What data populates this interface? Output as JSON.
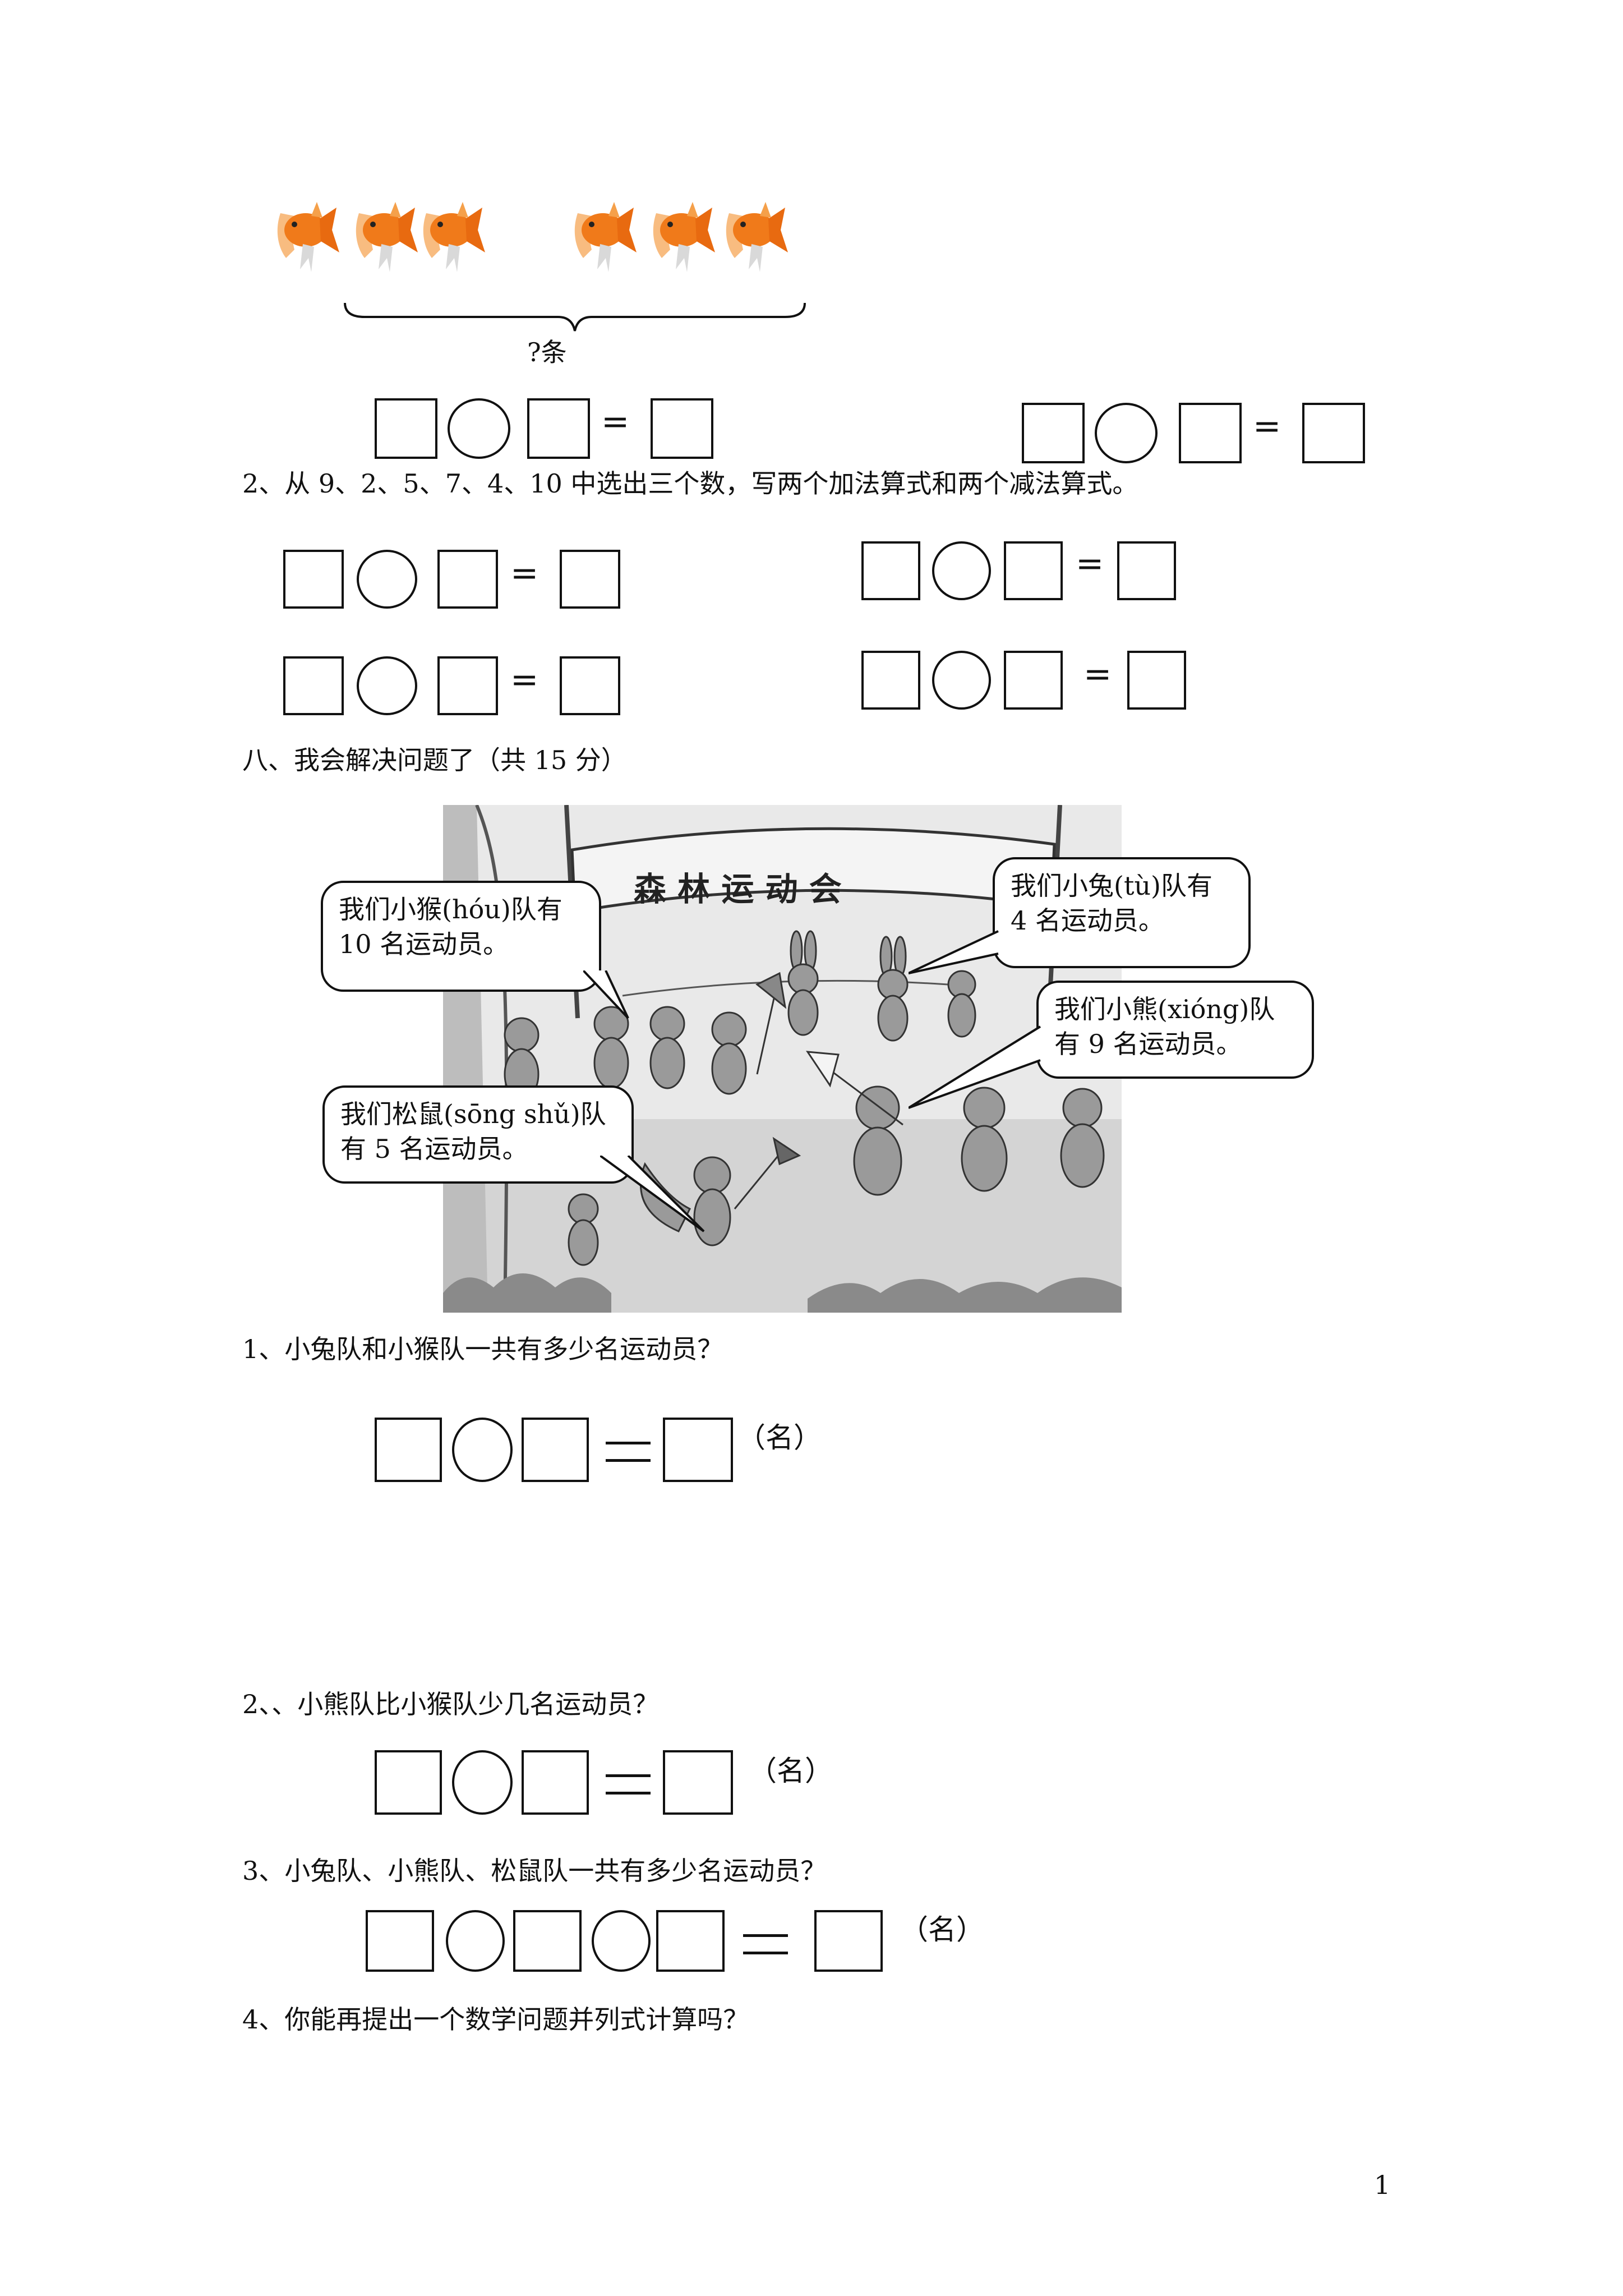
{
  "fish_section": {
    "brace_label": "?条",
    "equals": "="
  },
  "q7_2": {
    "text": "2、从 9、2、5、7、4、10 中选出三个数，写两个加法算式和两个减法算式。"
  },
  "section8": {
    "title": "八、我会解决问题了（共 15 分）",
    "picture": {
      "banner": "森 林 运 动 会",
      "bubbles": {
        "monkey": [
          "我们小猴(hóu)队有",
          "10 名运动员。"
        ],
        "rabbit": [
          "我们小兔(tù)队有",
          "4 名运动员。"
        ],
        "bear": [
          "我们小熊(xióng)队",
          "有 9 名运动员。"
        ],
        "squirrel": [
          "我们松鼠(sōng shǔ)队",
          "有 5 名运动员。"
        ]
      }
    },
    "questions": [
      {
        "text": "1、小兔队和小猴队一共有多少名运动员？",
        "unit": "（名）"
      },
      {
        "text": "2、、小熊队比小猴队少几名运动员？",
        "unit": "（名）"
      },
      {
        "text": "3、小兔队、小熊队、松鼠队一共有多少名运动员？",
        "unit": "（名）"
      },
      {
        "text": "4、你能再提出一个数学问题并列式计算吗？"
      }
    ]
  },
  "page_number": "1",
  "colors": {
    "fish_orange": "#f07a1a",
    "ink": "#111111"
  }
}
